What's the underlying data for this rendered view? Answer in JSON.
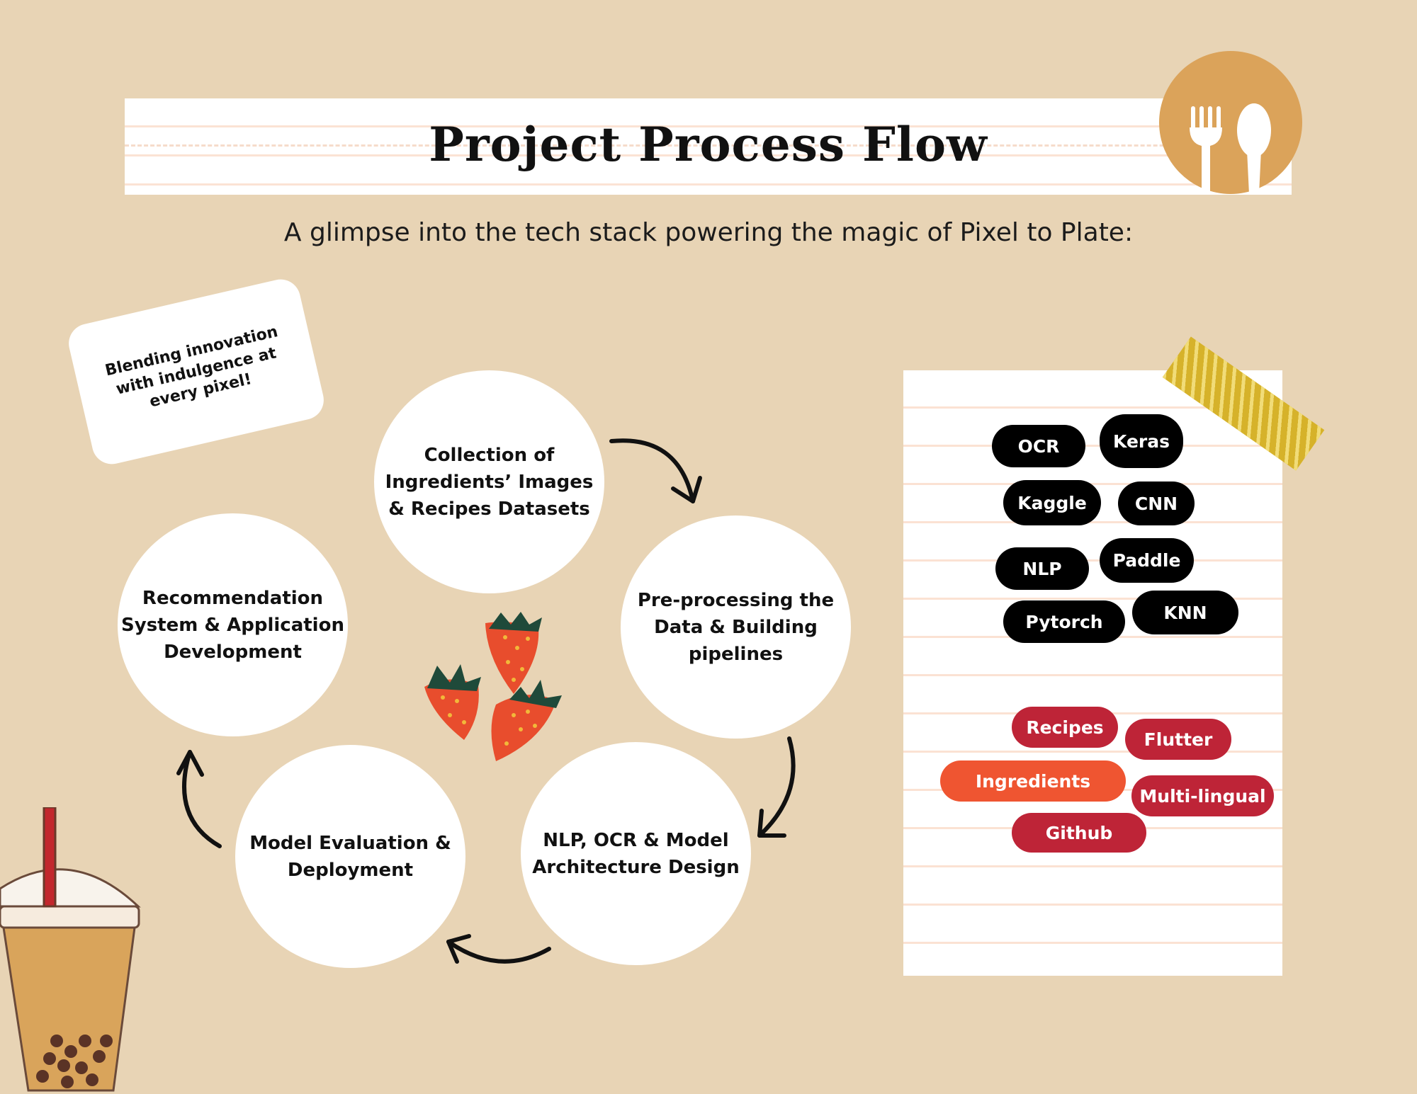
{
  "header": {
    "title": "Project Process Flow",
    "subtitle": "A glimpse into the tech stack powering the magic of Pixel to Plate:"
  },
  "note": {
    "text": "Blending innovation with indulgence at every pixel!"
  },
  "steps": [
    {
      "label_lines": [
        "Collection of",
        "Ingredients’ Images",
        "& Recipes Datasets"
      ]
    },
    {
      "label_lines": [
        "Pre-processing the",
        "Data & Building",
        "pipelines"
      ]
    },
    {
      "label_lines": [
        "NLP, OCR & Model",
        "Architecture Design"
      ]
    },
    {
      "label_lines": [
        "Model Evaluation &",
        "Deployment"
      ]
    },
    {
      "label_lines": [
        "Recommendation",
        "System & Application",
        "Development"
      ]
    }
  ],
  "tech_stack": [
    "OCR",
    "Keras",
    "Kaggle",
    "CNN",
    "NLP",
    "Paddle",
    "Pytorch",
    "KNN"
  ],
  "features": [
    "Recipes",
    "Flutter",
    "Ingredients",
    "Multi-lingual",
    "Github"
  ],
  "colors": {
    "background": "#e8d4b5",
    "logo": "#dba35a",
    "tech_pill": "#000000",
    "feature_pill": "#be2437",
    "feature_pill_highlight": "#ef5531"
  },
  "icons": [
    "fork-spoon-icon",
    "strawberry-icon",
    "bubble-tea-icon",
    "arrow-icon"
  ]
}
